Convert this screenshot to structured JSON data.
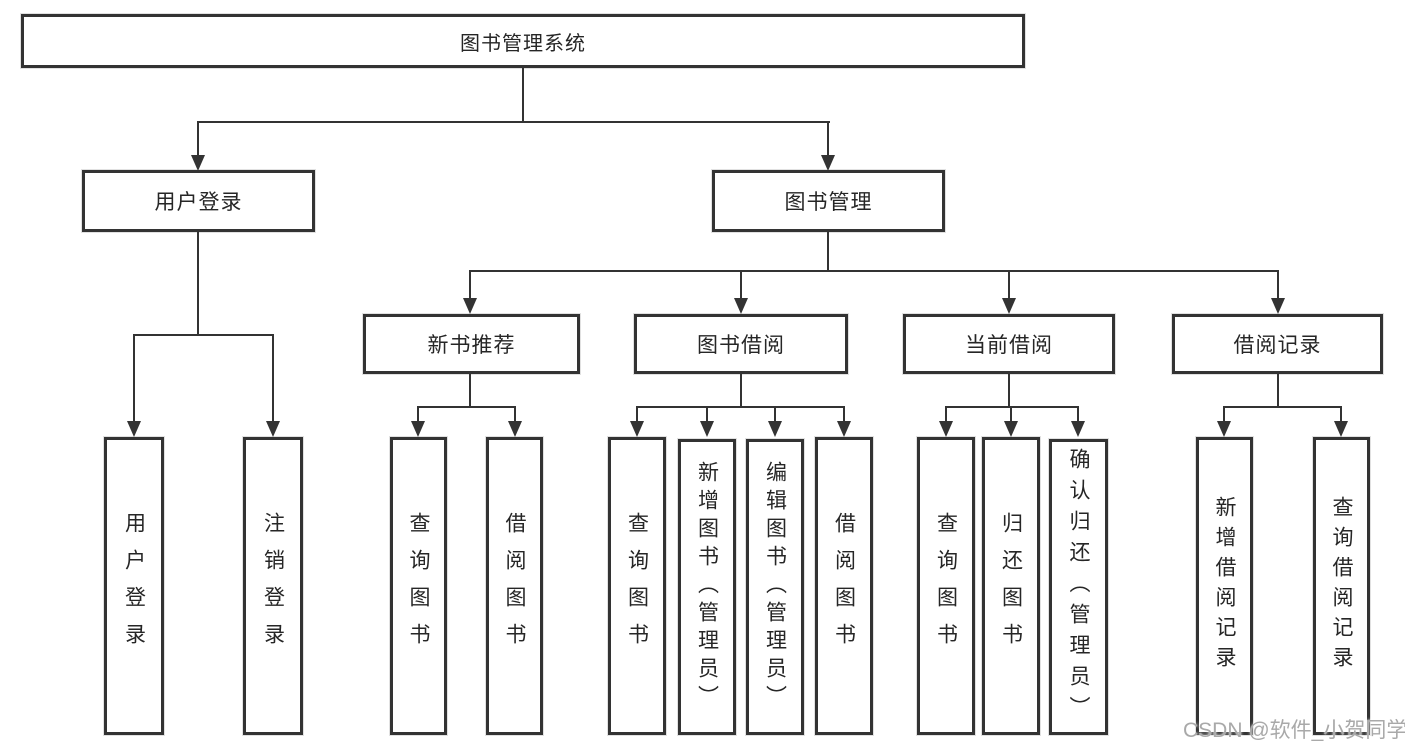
{
  "nodes": {
    "root": "图书管理系统",
    "user_login": "用户登录",
    "book_mgmt": "图书管理",
    "new_book": "新书推荐",
    "book_borrow": "图书借阅",
    "current_borrow": "当前借阅",
    "borrow_record": "借阅记录",
    "leaf_user_login": "用户登录",
    "leaf_logout": "注销登录",
    "leaf_nb_query": "查询图书",
    "leaf_nb_borrow": "借阅图书",
    "leaf_bb_query": "查询图书",
    "leaf_bb_add": "新增图书（管理员）",
    "leaf_bb_edit": "编辑图书（管理员）",
    "leaf_bb_borrow": "借阅图书",
    "leaf_cb_query": "查询图书",
    "leaf_cb_return": "归还图书",
    "leaf_cb_confirm": "确认归还（管理员）",
    "leaf_rec_add": "新增借阅记录",
    "leaf_rec_query": "查询借阅记录"
  },
  "watermark": "CSDN @软件_小贺同学",
  "colors": {
    "line": "#333333",
    "text": "#262626",
    "watermark": "#a9a9a9",
    "background": "#ffffff"
  }
}
